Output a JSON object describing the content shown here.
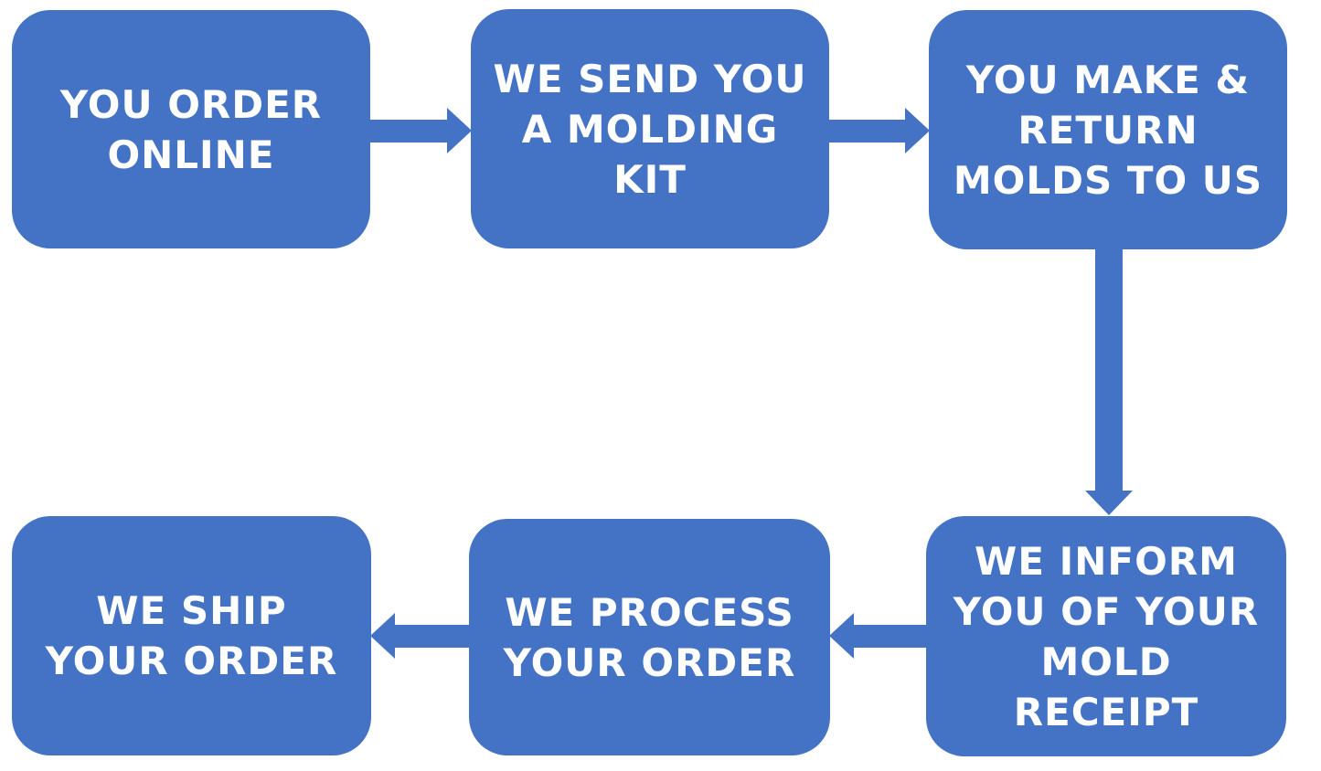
{
  "diagram": {
    "accent_color": "#4472C4",
    "text_color": "#FFFFFF",
    "steps": [
      {
        "label": "YOU ORDER\nONLINE"
      },
      {
        "label": "WE SEND YOU\nA MOLDING\nKIT"
      },
      {
        "label": "YOU MAKE &\nRETURN\nMOLDS TO US"
      },
      {
        "label": "WE INFORM\nYOU OF YOUR\nMOLD\nRECEIPT"
      },
      {
        "label": "WE PROCESS\nYOUR ORDER"
      },
      {
        "label": "WE SHIP\nYOUR ORDER"
      }
    ],
    "connections": [
      {
        "from": "YOU ORDER ONLINE",
        "to": "WE SEND YOU A MOLDING KIT",
        "direction": "right"
      },
      {
        "from": "WE SEND YOU A MOLDING KIT",
        "to": "YOU MAKE & RETURN MOLDS TO US",
        "direction": "right"
      },
      {
        "from": "YOU MAKE & RETURN MOLDS TO US",
        "to": "WE INFORM YOU OF YOUR MOLD RECEIPT",
        "direction": "down"
      },
      {
        "from": "WE INFORM YOU OF YOUR MOLD RECEIPT",
        "to": "WE PROCESS YOUR ORDER",
        "direction": "left"
      },
      {
        "from": "WE PROCESS YOUR ORDER",
        "to": "WE SHIP YOUR ORDER",
        "direction": "left"
      }
    ]
  }
}
